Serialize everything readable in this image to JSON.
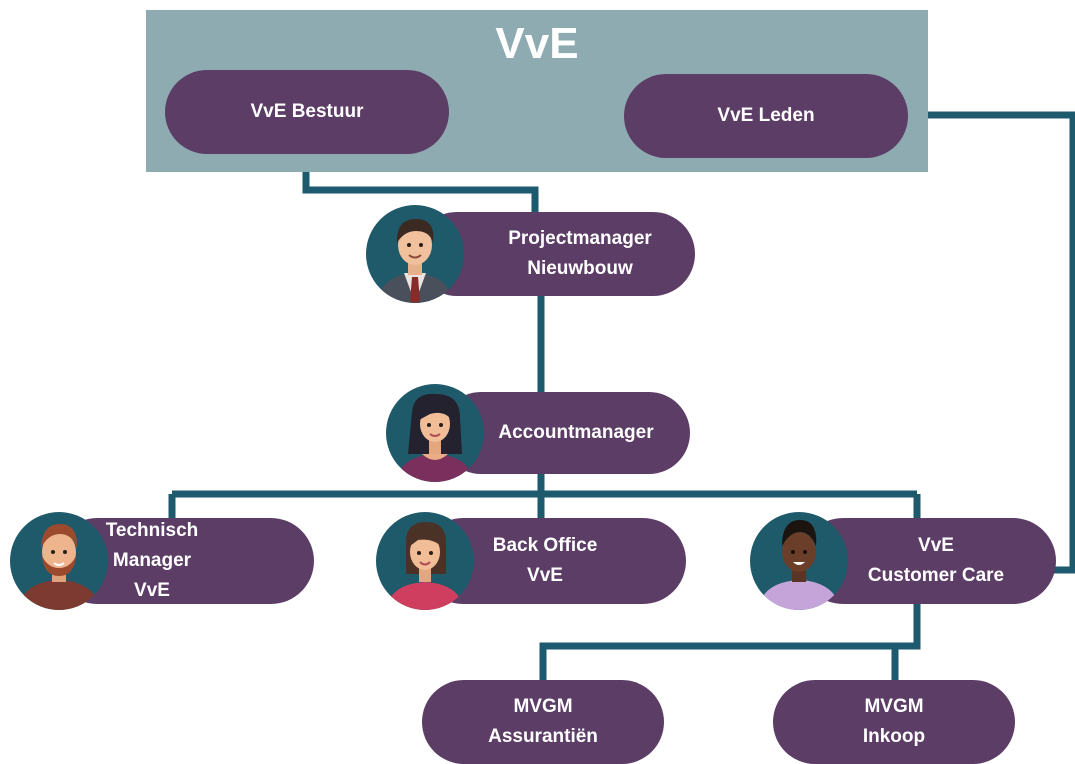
{
  "diagram": {
    "group_title": "VvE",
    "nodes": {
      "vve_bestuur": [
        "VvE Bestuur"
      ],
      "vve_leden": [
        "VvE Leden"
      ],
      "projectmanager": [
        "Projectmanager",
        "Nieuwbouw"
      ],
      "accountmanager": [
        "Accountmanager"
      ],
      "technisch_manager": [
        "Technisch",
        "Manager",
        "VvE"
      ],
      "back_office": [
        "Back Office",
        "VvE"
      ],
      "customer_care": [
        "VvE",
        "Customer Care"
      ],
      "mvgm_assurantien": [
        "MVGM",
        "Assurantiën"
      ],
      "mvgm_inkoop": [
        "MVGM",
        "Inkoop"
      ]
    },
    "avatars": {
      "projectmanager": "man-with-tie-avatar",
      "accountmanager": "woman-dark-hair-avatar",
      "technisch_manager": "bearded-man-avatar",
      "back_office": "woman-pink-shirt-avatar",
      "customer_care": "man-lilac-shirt-avatar"
    },
    "colors": {
      "group_background": "#8fabb2",
      "node_fill": "#5c3d66",
      "node_text": "#ffffff",
      "connector": "#1d5a6e",
      "avatar_background": "#1f5a6b"
    }
  }
}
